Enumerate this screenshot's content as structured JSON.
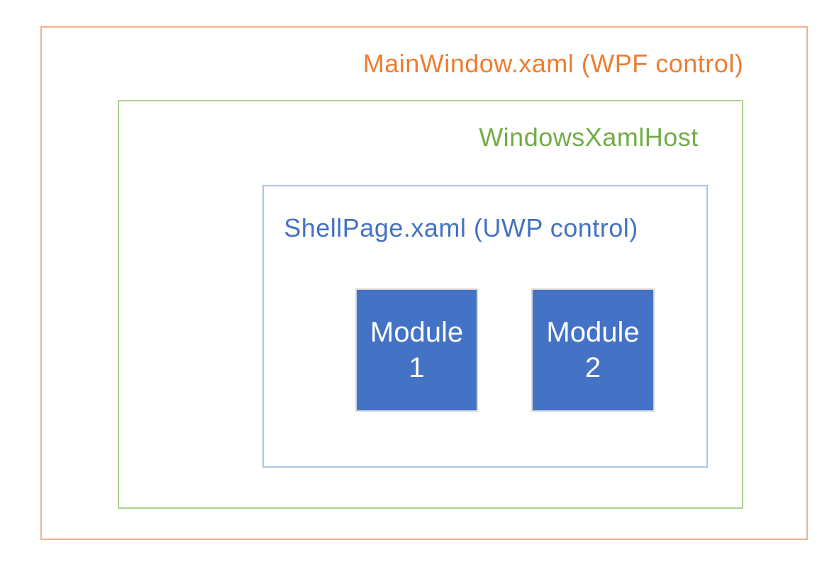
{
  "diagram": {
    "title": "MainWindow.xaml (WPF control)",
    "outer_box": {
      "label": "MainWindow.xaml (WPF control)",
      "border_color": "#F4B183",
      "label_color": "#ED7D31"
    },
    "host_box": {
      "label": "WindowsXamlHost",
      "border_color": "#A9D18E",
      "label_color": "#70AD47"
    },
    "shell_box": {
      "label": "ShellPage.xaml (UWP control)",
      "border_color": "#AEC4E8",
      "label_color": "#4472C4"
    },
    "modules": [
      {
        "line1": "Module",
        "line2": "1",
        "fill_color": "#4472C4",
        "text_color": "#FFFFFF",
        "border_color": "#D9D9D9"
      },
      {
        "line1": "Module",
        "line2": "2",
        "fill_color": "#4472C4",
        "text_color": "#FFFFFF",
        "border_color": "#D9D9D9"
      }
    ]
  }
}
